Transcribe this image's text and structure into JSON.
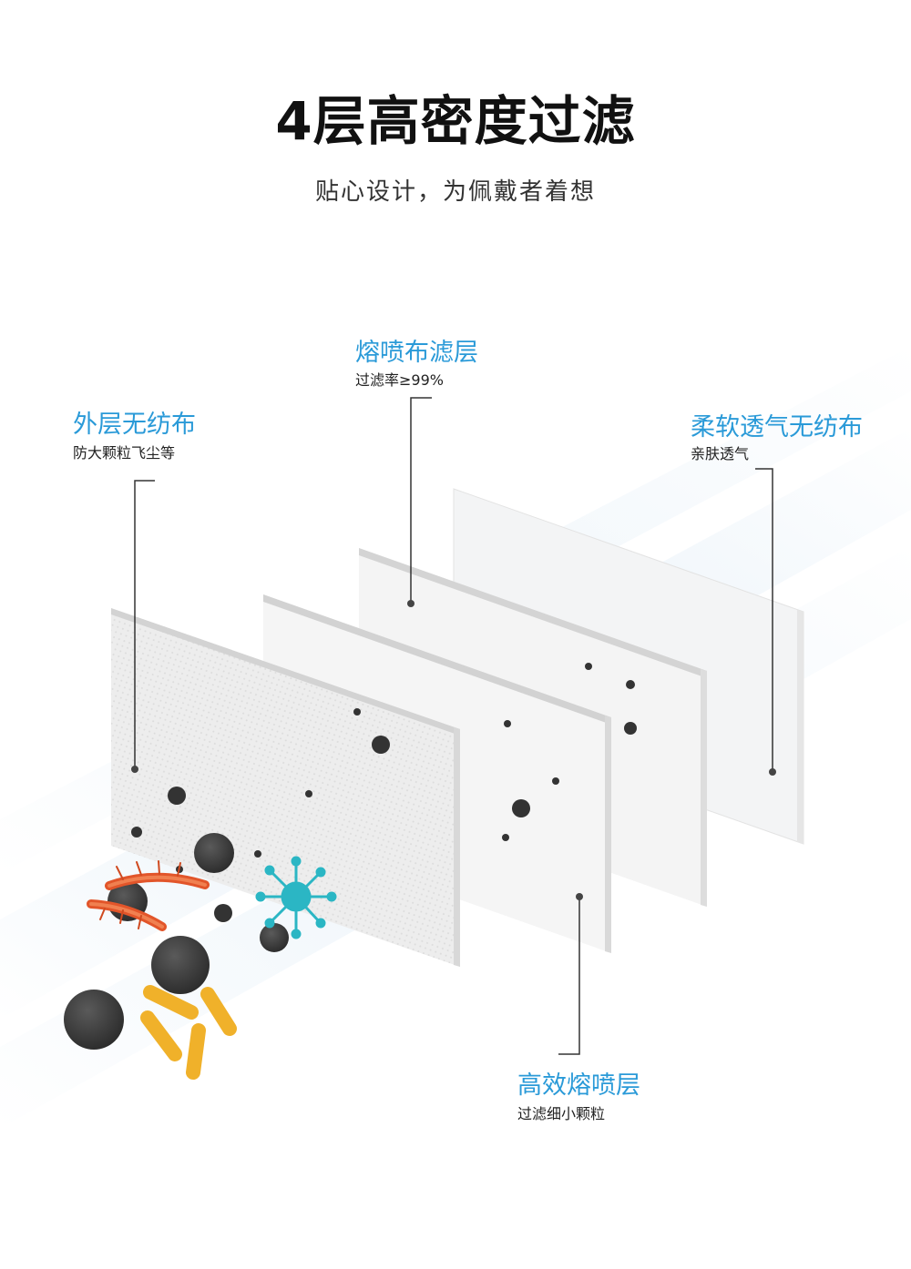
{
  "header": {
    "title": "4层高密度过滤",
    "subtitle": "贴心设计，为佩戴者着想"
  },
  "layers": [
    {
      "title": "外层无纺布",
      "desc": "防大颗粒飞尘等"
    },
    {
      "title": "熔喷布滤层",
      "desc": "过滤率≥99%"
    },
    {
      "title": "柔软透气无纺布",
      "desc": "亲肤透气"
    },
    {
      "title": "高效熔喷层",
      "desc": "过滤细小颗粒"
    }
  ],
  "colors": {
    "accent": "#2a9ad8",
    "particle": "#3c3c3c",
    "bacteria_orange": "#e2552a",
    "bacteria_yellow": "#f0b12a",
    "virus_cyan": "#2bb6c4"
  }
}
